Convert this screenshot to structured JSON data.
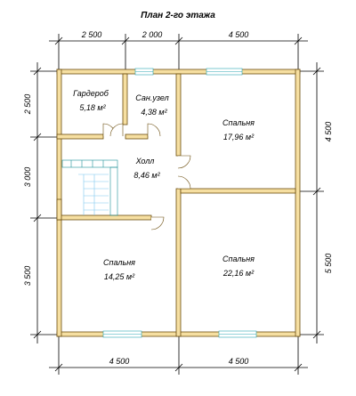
{
  "title": "План 2-го этажа",
  "dims": {
    "top": [
      "2 500",
      "2 000",
      "4 500"
    ],
    "bottom": [
      "4 500",
      "4 500"
    ],
    "left": [
      "2 500",
      "3 000",
      "3 500"
    ],
    "right": [
      "4 500",
      "5 500"
    ]
  },
  "rooms": {
    "wardrobe": {
      "name": "Гардероб",
      "area": "5,18 м²"
    },
    "bathroom": {
      "name": "Сан.узел",
      "area": "4,38 м²"
    },
    "hall": {
      "name": "Холл",
      "area": "8,46 м²"
    },
    "bedroom_tr": {
      "name": "Спальня",
      "area": "17,96 м²"
    },
    "bedroom_bl": {
      "name": "Спальня",
      "area": "14,25 м²"
    },
    "bedroom_br": {
      "name": "Спальня",
      "area": "22,16 м²"
    }
  },
  "colors": {
    "wall_fill": "#f6dfa1",
    "wall_stroke": "#6b4d0e",
    "window": "#2aa6b3",
    "stair": "#1d8f97"
  }
}
